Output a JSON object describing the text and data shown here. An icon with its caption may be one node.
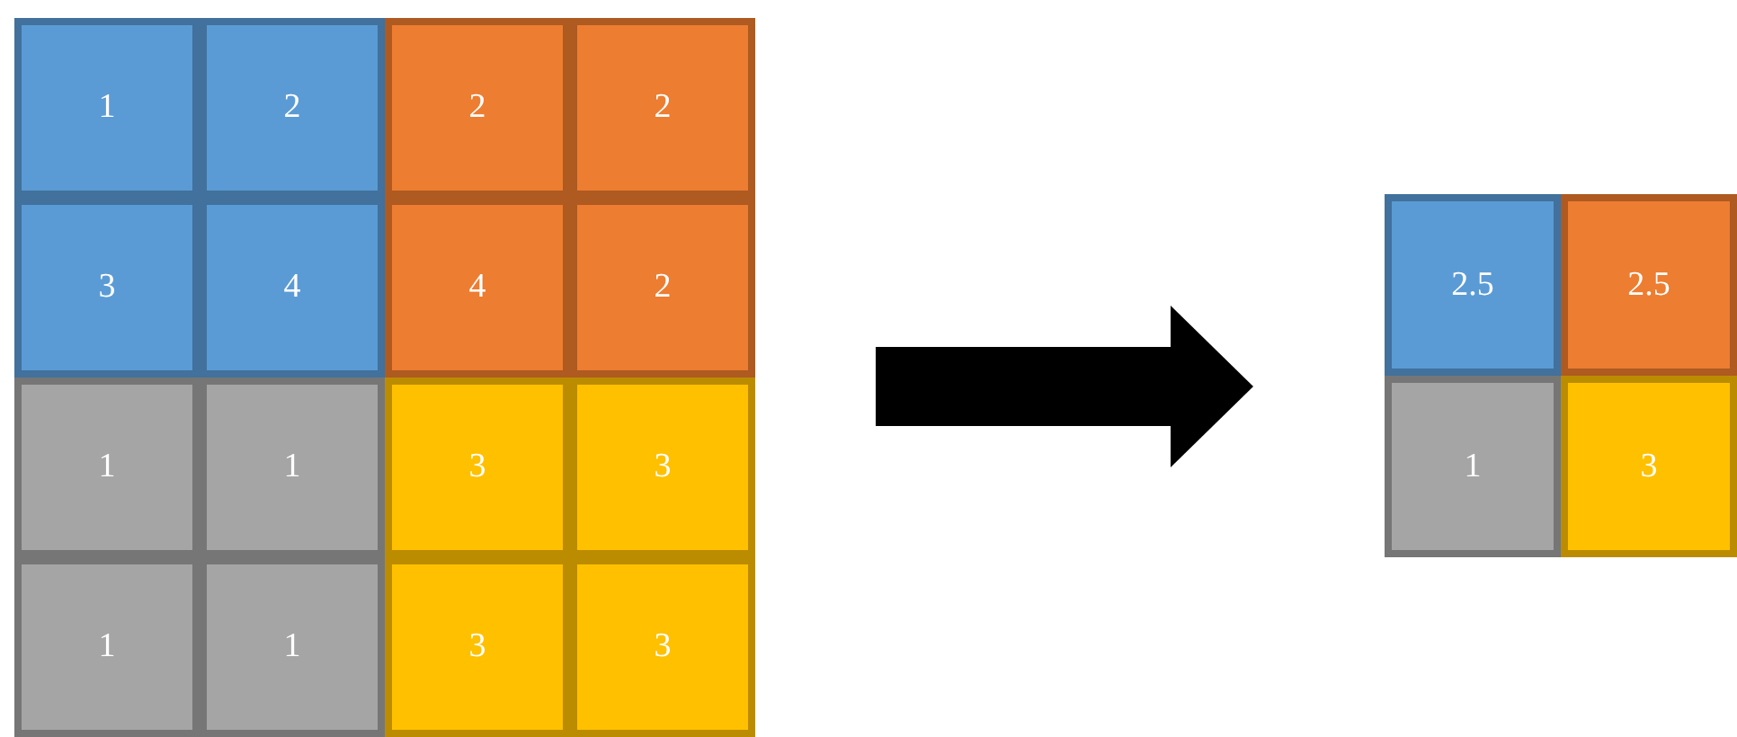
{
  "diagram": {
    "nodes": [
      {
        "text": [],
        "shape": "box"
      },
      {
        "text": [
          "1"
        ],
        "in": 0
      },
      {
        "text": [
          "2"
        ],
        "in": 0
      },
      {
        "text": [
          "2"
        ],
        "in": 0
      },
      {
        "text": [
          "2"
        ],
        "in": 0
      },
      {
        "text": [
          "3"
        ],
        "in": 0
      },
      {
        "text": [
          "4"
        ],
        "in": 0
      },
      {
        "text": [
          "4"
        ],
        "in": 0
      },
      {
        "text": [
          "2"
        ],
        "in": 0
      },
      {
        "text": [
          "1"
        ],
        "in": 0
      },
      {
        "text": [
          "1"
        ],
        "in": 0
      },
      {
        "text": [
          "3"
        ],
        "in": 0
      },
      {
        "text": [
          "3"
        ],
        "in": 0
      },
      {
        "text": [
          "1"
        ],
        "in": 0
      },
      {
        "text": [
          "1"
        ],
        "in": 0
      },
      {
        "text": [
          "3"
        ],
        "in": 0
      },
      {
        "text": [
          "3"
        ],
        "in": 0
      },
      {
        "text": [],
        "shape": "box"
      },
      {
        "text": [
          "2.5"
        ],
        "in": 17
      },
      {
        "text": [
          "2.5"
        ],
        "in": 17
      },
      {
        "text": [
          "1"
        ],
        "in": 17
      },
      {
        "text": [
          "3"
        ],
        "in": 17
      }
    ],
    "edges": [
      {
        "from": 0,
        "to": 17,
        "arrow": "to"
      }
    ]
  }
}
